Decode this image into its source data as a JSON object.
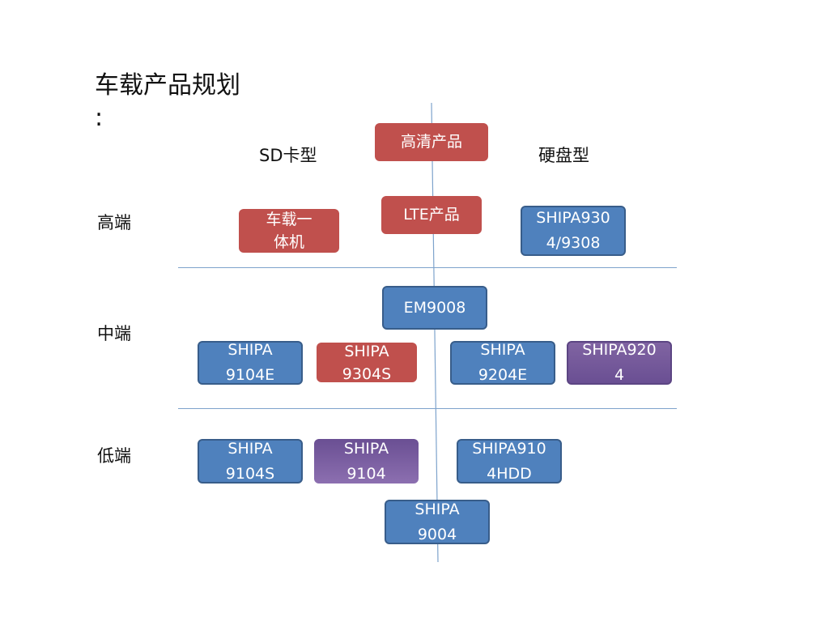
{
  "title": "车载产品规划\n:",
  "columns": {
    "left": "SD卡型",
    "right": "硬盘型"
  },
  "rows": {
    "high": "高端",
    "mid": "中端",
    "low": "低端"
  },
  "nodes": {
    "hd": [
      "高清产品"
    ],
    "lte": [
      "LTE产品"
    ],
    "vehicle_unit": [
      "车载一",
      "体机"
    ],
    "shipa_9304_9308": [
      "SHIPA930",
      "4/9308"
    ],
    "em9008": [
      "EM9008"
    ],
    "shipa_9104e": [
      "SHIPA",
      "9104E"
    ],
    "shipa_9304s": [
      "SHIPA",
      "9304S"
    ],
    "shipa_9204e": [
      "SHIPA",
      "9204E"
    ],
    "shipa_9204": [
      "SHIPA920",
      "4"
    ],
    "shipa_9104s": [
      "SHIPA",
      "9104S"
    ],
    "shipa_9104": [
      "SHIPA",
      "9104"
    ],
    "shipa_9104hdd": [
      "SHIPA910",
      "4HDD"
    ],
    "shipa_9004": [
      "SHIPA",
      "9004"
    ]
  },
  "colors": {
    "red": "#c0504d",
    "blue": "#4f81bd",
    "purple": "#8064a2",
    "divider": "#7ea3cc"
  }
}
